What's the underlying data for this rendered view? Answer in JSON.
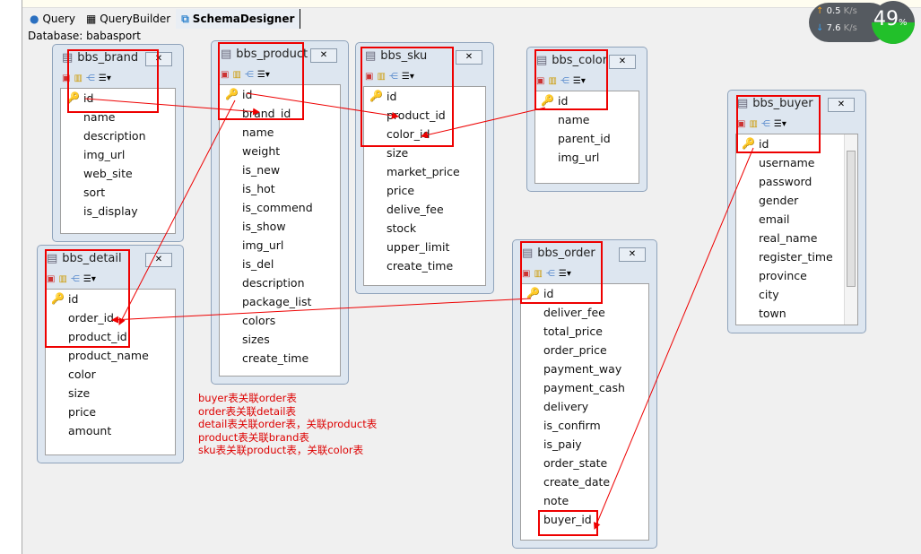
{
  "tabs": [
    {
      "label": "Query",
      "icon": "globe-icon"
    },
    {
      "label": "QueryBuilder",
      "icon": "builder-icon"
    },
    {
      "label": "SchemaDesigner",
      "icon": "schema-icon",
      "active": true
    }
  ],
  "database_label": "Database: babasport",
  "network": {
    "upload": "0.5",
    "download": "7.6",
    "unit": "K/s",
    "percent": "49",
    "percent_sign": "%"
  },
  "tables": [
    {
      "id": "brand",
      "name": "bbs_brand",
      "fields": [
        "id",
        "name",
        "description",
        "img_url",
        "web_site",
        "sort",
        "is_display"
      ]
    },
    {
      "id": "product",
      "name": "bbs_product",
      "fields": [
        "id",
        "brand_id",
        "name",
        "weight",
        "is_new",
        "is_hot",
        "is_commend",
        "is_show",
        "img_url",
        "is_del",
        "description",
        "package_list",
        "colors",
        "sizes",
        "create_time"
      ]
    },
    {
      "id": "sku",
      "name": "bbs_sku",
      "fields": [
        "id",
        "product_id",
        "color_id",
        "size",
        "market_price",
        "price",
        "delive_fee",
        "stock",
        "upper_limit",
        "create_time"
      ]
    },
    {
      "id": "color",
      "name": "bbs_color",
      "fields": [
        "id",
        "name",
        "parent_id",
        "img_url"
      ]
    },
    {
      "id": "buyer",
      "name": "bbs_buyer",
      "fields": [
        "id",
        "username",
        "password",
        "gender",
        "email",
        "real_name",
        "register_time",
        "province",
        "city",
        "town"
      ]
    },
    {
      "id": "detail",
      "name": "bbs_detail",
      "fields": [
        "id",
        "order_id",
        "product_id",
        "product_name",
        "color",
        "size",
        "price",
        "amount"
      ]
    },
    {
      "id": "order",
      "name": "bbs_order",
      "fields": [
        "id",
        "deliver_fee",
        "total_price",
        "order_price",
        "payment_way",
        "payment_cash",
        "delivery",
        "is_confirm",
        "is_paiy",
        "order_state",
        "create_date",
        "note",
        "buyer_id"
      ]
    }
  ],
  "notes": [
    "buyer表关联order表",
    "order表关联detail表",
    "detail表关联order表，关联product表",
    "product表关联brand表",
    "sku表关联product表，关联color表"
  ],
  "colors": {
    "annotation": "#e00000",
    "panel": "#dde6f0"
  }
}
